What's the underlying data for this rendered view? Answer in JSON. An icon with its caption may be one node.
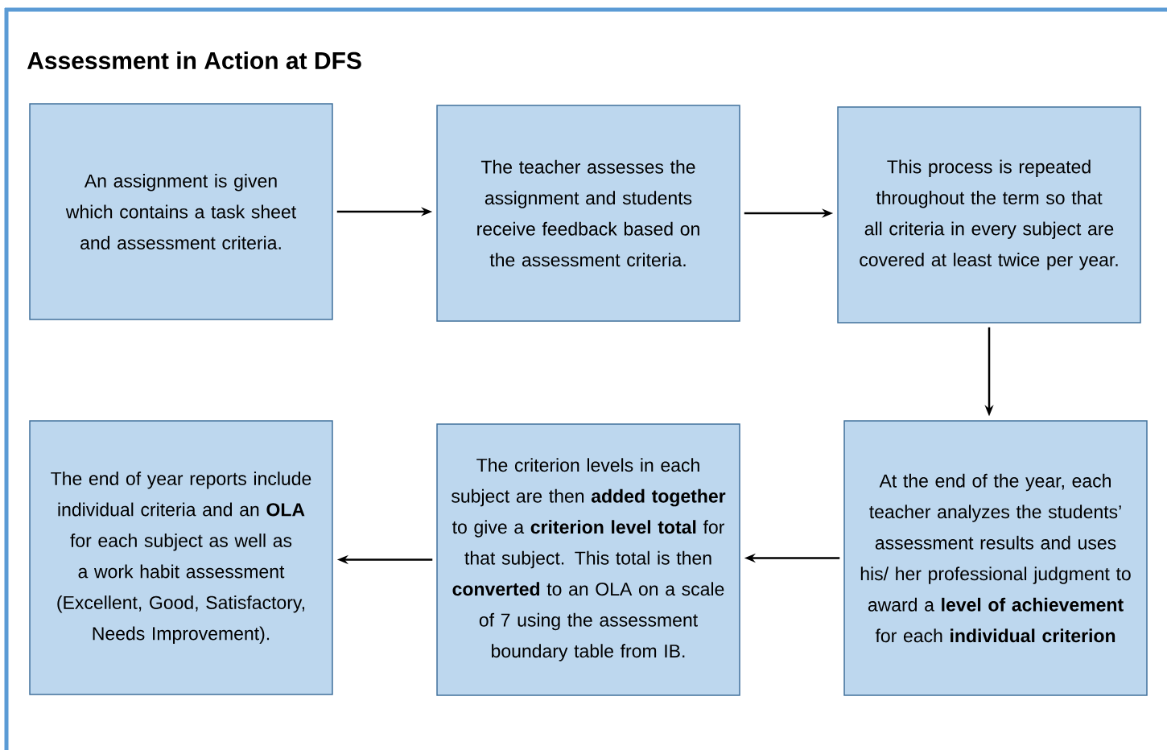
{
  "diagram": {
    "title": "Assessment in Action at DFS",
    "nodes": [
      {
        "text": [
          "An assignment is given which contains a task sheet and assessment criteria."
        ]
      },
      {
        "text": [
          "The teacher assesses the assignment and students receive feedback based on the assessment criteria."
        ]
      },
      {
        "text": [
          "This process is repeated throughout the term so that all criteria in every subject are covered at least twice per year."
        ]
      },
      {
        "text": [
          "At the end of the year, each teacher analyzes the students’ assessment results and uses his/ her professional judgment to award a **level of achievement** for each **individual criterion**"
        ]
      },
      {
        "text": [
          "The criterion levels in each subject are then **added together** to give a **criterion level total** for that subject. This total is then **converted** to an OLA on a scale of 7 using the assessment boundary table from IB."
        ]
      },
      {
        "text": [
          "The end of year reports include individual criteria and an **OLA** for each subject as well as a work habit assessment (Excellent, Good, Satisfactory, Needs Improvement)."
        ]
      }
    ],
    "edges": [
      {
        "from": 0,
        "to": 1,
        "arrow": "to"
      },
      {
        "from": 1,
        "to": 2,
        "arrow": "to"
      },
      {
        "from": 2,
        "to": 3,
        "arrow": "to"
      },
      {
        "from": 3,
        "to": 4,
        "arrow": "to"
      },
      {
        "from": 4,
        "to": 5,
        "arrow": "to"
      }
    ]
  }
}
